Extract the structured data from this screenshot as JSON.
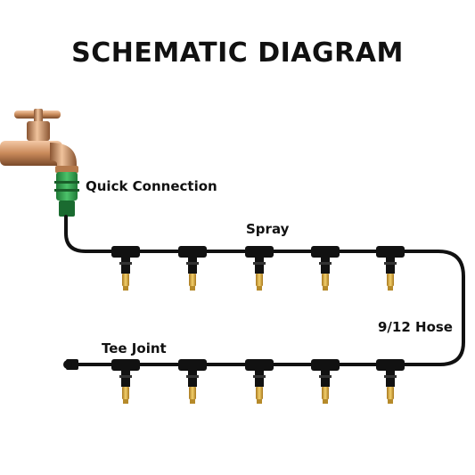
{
  "title": "SCHEMATIC DIAGRAM",
  "labels": {
    "quick_connection": "Quick Connection",
    "spray": "Spray",
    "hose": "9/12 Hose",
    "tee_joint": "Tee Joint"
  },
  "colors": {
    "faucet": "#c98a5a",
    "connector": "#2e9a4a",
    "hose": "#111111",
    "nozzle": "#d8a63a"
  }
}
